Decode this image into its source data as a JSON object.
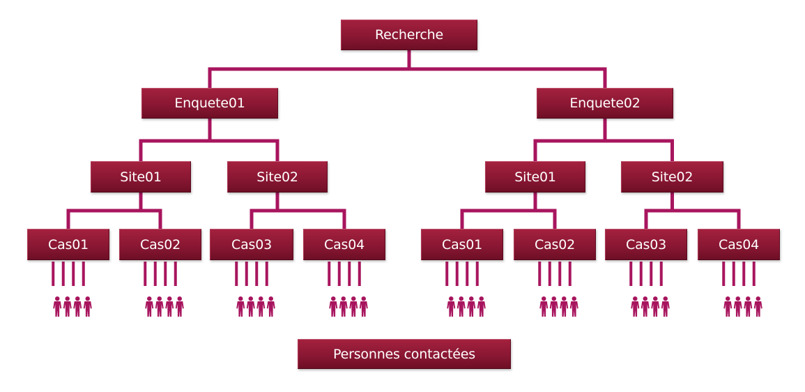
{
  "colors": {
    "connector": "#a8155e",
    "person": "#a8155e",
    "box_top": "#a3213e",
    "box_bottom": "#6e0f26"
  },
  "root": {
    "label": "Recherche"
  },
  "enquetes": [
    {
      "label": "Enquete01",
      "sites": [
        {
          "label": "Site01",
          "cases": [
            {
              "label": "Cas01",
              "persons": 4
            },
            {
              "label": "Cas02",
              "persons": 4
            }
          ]
        },
        {
          "label": "Site02",
          "cases": [
            {
              "label": "Cas03",
              "persons": 4
            },
            {
              "label": "Cas04",
              "persons": 4
            }
          ]
        }
      ]
    },
    {
      "label": "Enquete02",
      "sites": [
        {
          "label": "Site01",
          "cases": [
            {
              "label": "Cas01",
              "persons": 4
            },
            {
              "label": "Cas02",
              "persons": 4
            }
          ]
        },
        {
          "label": "Site02",
          "cases": [
            {
              "label": "Cas03",
              "persons": 4
            },
            {
              "label": "Cas04",
              "persons": 4
            }
          ]
        }
      ]
    }
  ],
  "footer": {
    "label": "Personnes contactées"
  },
  "icons": {
    "person": "person-icon"
  }
}
